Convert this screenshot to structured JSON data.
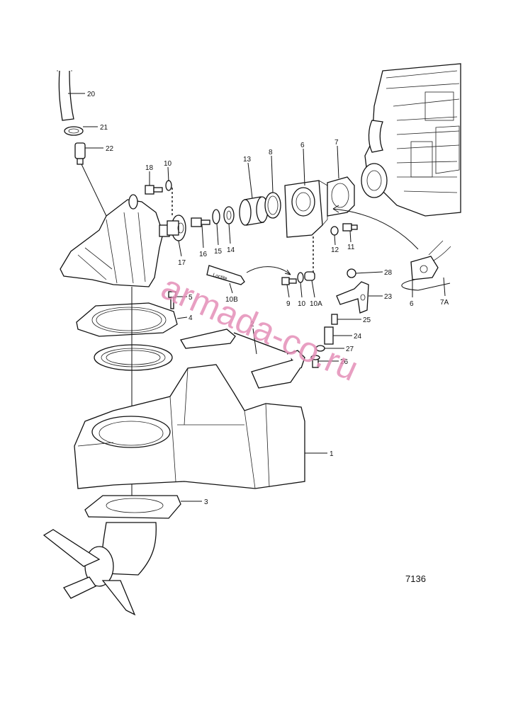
{
  "watermark": "armada-co.ru",
  "figure_number": "7136",
  "tube_label": "Loctite",
  "callouts": [
    {
      "id": "c20",
      "text": "20"
    },
    {
      "id": "c21",
      "text": "21"
    },
    {
      "id": "c22",
      "text": "22"
    },
    {
      "id": "c18",
      "text": "18"
    },
    {
      "id": "c10a",
      "text": "10"
    },
    {
      "id": "c13",
      "text": "13"
    },
    {
      "id": "c8",
      "text": "8"
    },
    {
      "id": "c6",
      "text": "6"
    },
    {
      "id": "c7",
      "text": "7"
    },
    {
      "id": "c16",
      "text": "16"
    },
    {
      "id": "c15",
      "text": "15"
    },
    {
      "id": "c14",
      "text": "14"
    },
    {
      "id": "c17",
      "text": "17"
    },
    {
      "id": "c12",
      "text": "12"
    },
    {
      "id": "c11",
      "text": "11"
    },
    {
      "id": "c10b",
      "text": "10B"
    },
    {
      "id": "c9",
      "text": "9"
    },
    {
      "id": "c10c",
      "text": "10"
    },
    {
      "id": "c10d",
      "text": "10A"
    },
    {
      "id": "c28",
      "text": "28"
    },
    {
      "id": "c23",
      "text": "23"
    },
    {
      "id": "c6b",
      "text": "6"
    },
    {
      "id": "c7a",
      "text": "7A"
    },
    {
      "id": "c5",
      "text": "5"
    },
    {
      "id": "c4",
      "text": "4"
    },
    {
      "id": "c2",
      "text": "2"
    },
    {
      "id": "c25",
      "text": "25"
    },
    {
      "id": "c24",
      "text": "24"
    },
    {
      "id": "c27",
      "text": "27"
    },
    {
      "id": "c26",
      "text": "26"
    },
    {
      "id": "c1",
      "text": "1"
    },
    {
      "id": "c3",
      "text": "3"
    }
  ]
}
